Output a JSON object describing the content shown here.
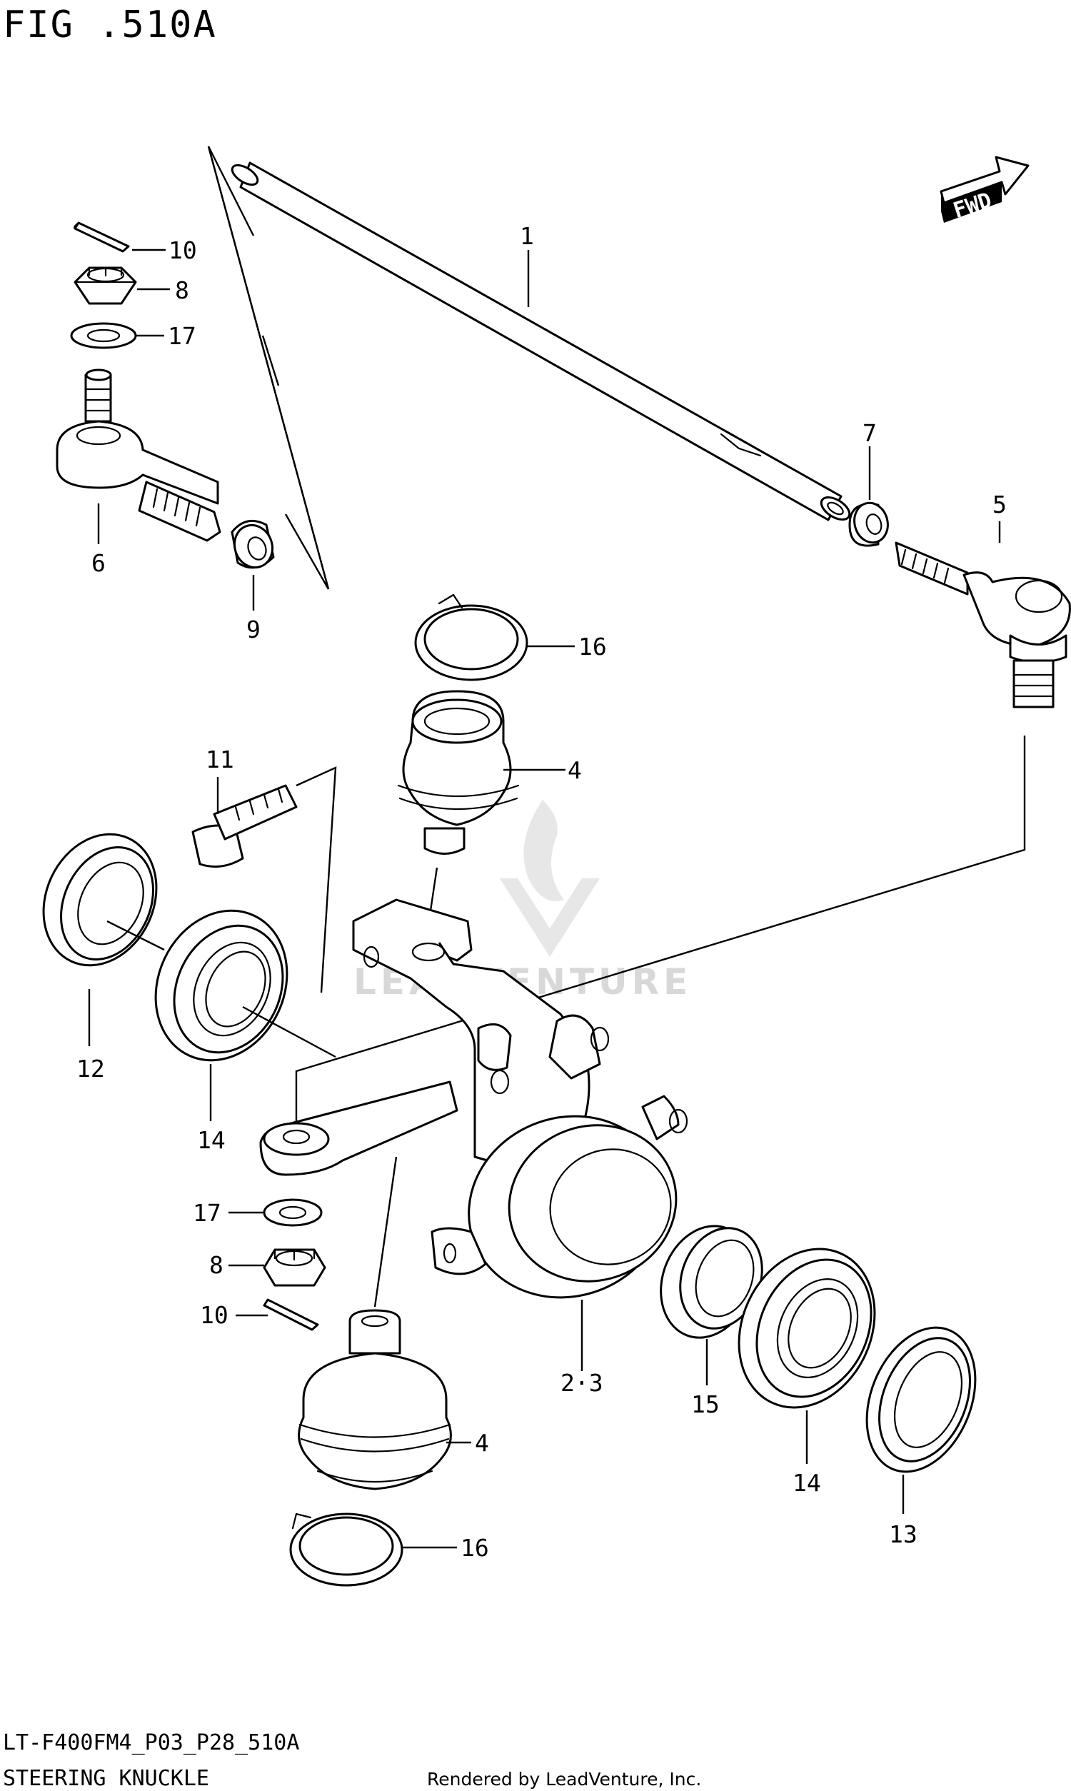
{
  "figure": {
    "title": "FIG .510A"
  },
  "watermark": {
    "brand": "LEADVENTURE"
  },
  "fwd_arrow": {
    "label": "FWD"
  },
  "callouts": {
    "c1": "1",
    "c2_3": "2·3",
    "c4a": "4",
    "c4b": "4",
    "c5": "5",
    "c6": "6",
    "c7": "7",
    "c8a": "8",
    "c8b": "8",
    "c9": "9",
    "c10a": "10",
    "c10b": "10",
    "c11": "11",
    "c12": "12",
    "c13": "13",
    "c14a": "14",
    "c14b": "14",
    "c15": "15",
    "c16a": "16",
    "c16b": "16",
    "c17a": "17",
    "c17b": "17"
  },
  "footer": {
    "code": "LT-F400FM4_P03_P28_510A",
    "caption": "STEERING KNUCKLE",
    "rendered_by": "Rendered by LeadVenture, Inc."
  }
}
